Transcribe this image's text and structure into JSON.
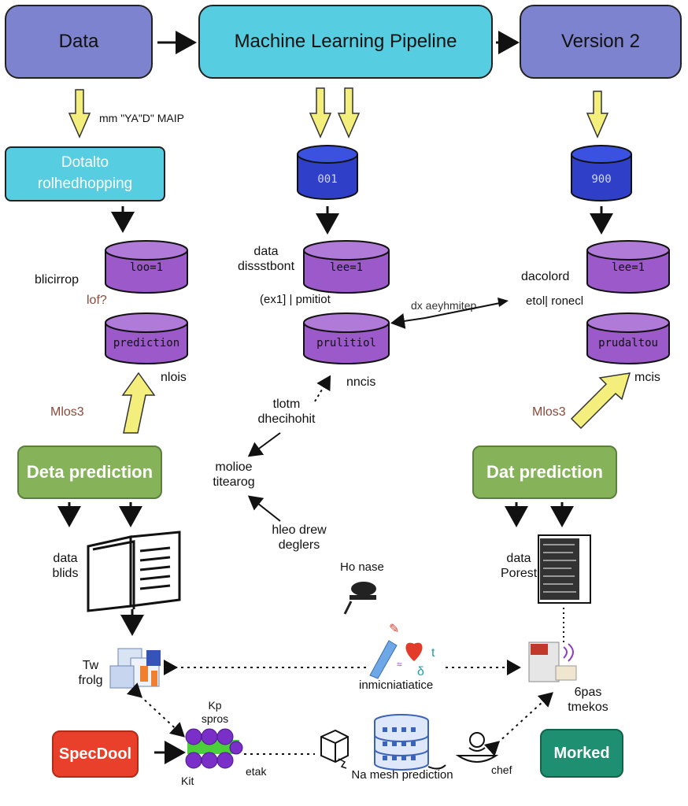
{
  "top_row": {
    "data": "Data",
    "pipeline": "Machine Learning Pipeline",
    "version": "Version 2"
  },
  "left_column": {
    "preprocessing_box": "Dotalto rolhedhopping",
    "arrow_note": "mm \"YA\"D\" MAIP",
    "cyl_top_label": "loo=1",
    "cyl_bottom_label": "prediction",
    "side_label_1": "blicirrop",
    "side_label_2": "lof?",
    "side_label_3": "nlois",
    "side_label_4": "Mlos3",
    "prediction_box": "Deta prediction",
    "book_label": "data blids",
    "cube_label": "Tw frolg",
    "bottom_box": "SpecDool",
    "molecule_label_top": "Kp spros",
    "molecule_label_bottom": "Kit",
    "molecule_label_right": "etak"
  },
  "middle_column": {
    "cyl_blue_label": "001",
    "cyl_top_label": "lee=1",
    "cyl_bottom_label": "prulitiol",
    "side_label_1": "data dissstbont",
    "side_label_2": "(ex1] | pmitiot",
    "side_label_3": "nncis",
    "flow_label_1": "tlotm dhecihohit",
    "flow_label_2": "molioe titearog",
    "flow_label_3": "hleo drew deglers",
    "small_icon_label": "Ho nase",
    "icons_label": "inmicniatiatice",
    "server_label": "Na mesh prediction"
  },
  "right_column": {
    "cyl_blue_label": "900",
    "cyl_top_label": "lee=1",
    "cyl_bottom_label": "prudaltou",
    "side_label_1": "dacolord",
    "side_label_2": "etol| ronecl",
    "side_label_3": "mcis",
    "side_label_4": "Mlos3",
    "arrow_label": "dx aeyhmitep",
    "prediction_box": "Dat prediction",
    "doc_label": "data Porest",
    "device_label": "6pas tmekos",
    "cook_label": "chef",
    "bottom_box": "Morked"
  },
  "colors": {
    "cylinder_purple": "#9b59c9",
    "cylinder_blue": "#2f3fc8",
    "yellow_arrow": "#f4ee7c"
  }
}
